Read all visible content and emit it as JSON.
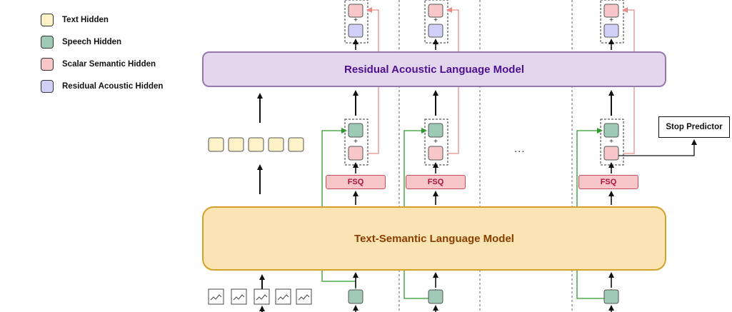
{
  "legend": [
    {
      "label": "Text Hidden",
      "color": "#fdf1c8"
    },
    {
      "label": "Speech Hidden",
      "color": "#9ec9b5"
    },
    {
      "label": "Scalar Semantic Hidden",
      "color": "#f6c6c8"
    },
    {
      "label": "Residual Acoustic Hidden",
      "color": "#cfcff7"
    }
  ],
  "models": {
    "residual_acoustic": "Residual Acoustic Language Model",
    "text_semantic": "Text-Semantic Language Model"
  },
  "fsq_label": "FSQ",
  "stop_predictor": "Stop Predictor",
  "plus_sign": "+",
  "ellipsis": "...",
  "colors": {
    "text_hidden": "#fdf1c8",
    "speech_hidden": "#9ec9b5",
    "scalar_semantic": "#f6c6c8",
    "residual_acoustic": "#cfcff7",
    "green_arrow": "#2e9a2e",
    "red_arrow": "#e88c88"
  }
}
